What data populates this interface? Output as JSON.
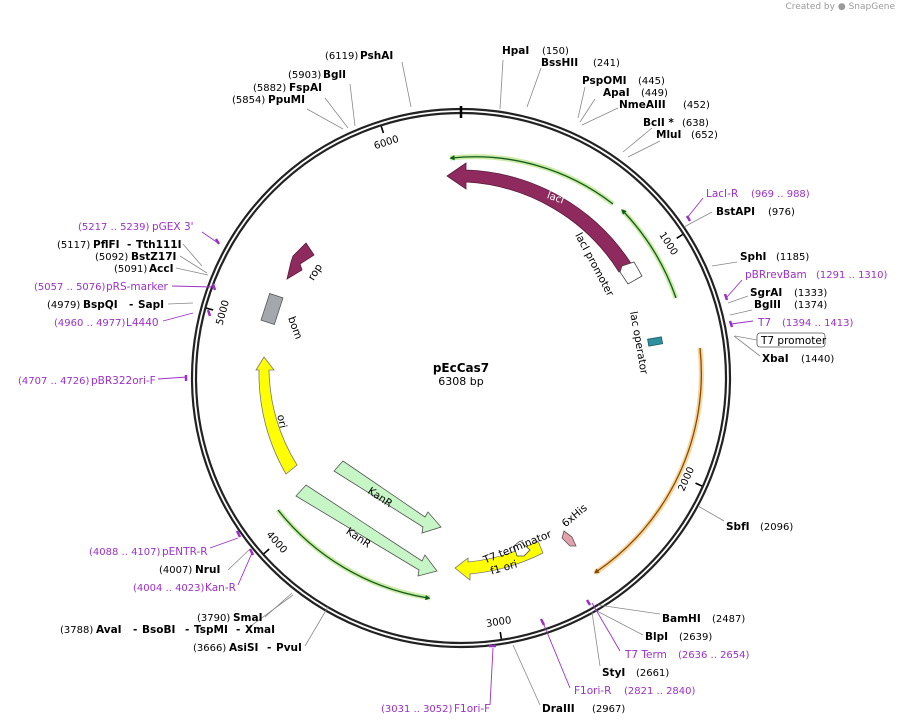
{
  "watermark": {
    "prefix": "Created by",
    "brand": "SnapGene"
  },
  "plasmid": {
    "name": "pEcCas7",
    "length_label": "6308 bp",
    "length": 6308
  },
  "ticks": [
    {
      "bp": 1000,
      "label": "1000"
    },
    {
      "bp": 2000,
      "label": "2000"
    },
    {
      "bp": 3000,
      "label": "3000"
    },
    {
      "bp": 4000,
      "label": "4000"
    },
    {
      "bp": 5000,
      "label": "5000"
    },
    {
      "bp": 6000,
      "label": "6000"
    }
  ],
  "colors": {
    "lacI": "#8e2a5e",
    "rop": "#8e2a5e",
    "bom": "#a4a8ad",
    "ori": "#ffff00",
    "f1ori": "#ffff00",
    "kanr": "#c6f5c6",
    "lac_operator": "#2e8f9e",
    "his_tag": "#e4a0ac",
    "primer": "#9b30c8",
    "green_arc": "#7bcc3d",
    "orange_arc": "#f0a040"
  },
  "enzymes": [
    {
      "name": "HpaI",
      "pos": "(150)",
      "side": "right"
    },
    {
      "name": "BssHII",
      "pos": "(241)",
      "side": "right"
    },
    {
      "name": "PspOMI",
      "pos": "(445)",
      "side": "right"
    },
    {
      "name": "ApaI",
      "pos": "(449)",
      "side": "right"
    },
    {
      "name": "NmeAIII",
      "pos": "(452)",
      "side": "right"
    },
    {
      "name": "BclI *",
      "pos": "(638)",
      "side": "right"
    },
    {
      "name": "MluI",
      "pos": "(652)",
      "side": "right"
    },
    {
      "name": "BstAPI",
      "pos": "(976)",
      "side": "right"
    },
    {
      "name": "SphI",
      "pos": "(1185)",
      "side": "right"
    },
    {
      "name": "SgrAI",
      "pos": "(1333)",
      "side": "right"
    },
    {
      "name": "BglII",
      "pos": "(1374)",
      "side": "right"
    },
    {
      "name": "XbaI",
      "pos": "(1440)",
      "side": "right"
    },
    {
      "name": "SbfI",
      "pos": "(2096)",
      "side": "right"
    },
    {
      "name": "BamHI",
      "pos": "(2487)",
      "side": "right"
    },
    {
      "name": "BlpI",
      "pos": "(2639)",
      "side": "right"
    },
    {
      "name": "StyI",
      "pos": "(2661)",
      "side": "right"
    },
    {
      "name": "DraIII",
      "pos": "(2967)",
      "side": "right"
    },
    {
      "name": "PshAI",
      "pos": "(6119)",
      "side": "left"
    },
    {
      "name": "BglI",
      "pos": "(5903)",
      "side": "left"
    },
    {
      "name": "FspAI",
      "pos": "(5882)",
      "side": "left"
    },
    {
      "name": "PpuMI",
      "pos": "(5854)",
      "side": "left"
    },
    {
      "name": "PflFI",
      "pos": "(5117)",
      "side": "left",
      "extra": "Tth111I"
    },
    {
      "name": "BstZ17I",
      "pos": "(5092)",
      "side": "left"
    },
    {
      "name": "AccI",
      "pos": "(5091)",
      "side": "left"
    },
    {
      "name": "BspQI",
      "pos": "(4979)",
      "side": "left",
      "extra": "SapI"
    },
    {
      "name": "NruI",
      "pos": "(4007)",
      "side": "left"
    },
    {
      "name": "SmaI",
      "pos": "(3790)",
      "side": "left"
    },
    {
      "name": "AvaI",
      "pos": "(3788)",
      "side": "left",
      "extra": "BsoBI",
      "extra2": "TspMI",
      "extra3": "XmaI"
    },
    {
      "name": "AsiSI",
      "pos": "(3666)",
      "side": "left",
      "extra": "PvuI"
    }
  ],
  "primers": [
    {
      "name": "LacI-R",
      "range": "(969 .. 988)"
    },
    {
      "name": "pBRrevBam",
      "range": "(1291 .. 1310)"
    },
    {
      "name": "T7",
      "range": "(1394 .. 1413)"
    },
    {
      "name": "T7 Term",
      "range": "(2636 .. 2654)"
    },
    {
      "name": "F1ori-R",
      "range": "(2821 .. 2840)"
    },
    {
      "name": "F1ori-F",
      "range": "(3031 .. 3052)"
    },
    {
      "name": "pGEX 3'",
      "range": "(5217 .. 5239)"
    },
    {
      "name": "pRS-marker",
      "range": "(5057 .. 5076)"
    },
    {
      "name": "L4440",
      "range": "(4960 .. 4977)"
    },
    {
      "name": "pBR322ori-F",
      "range": "(4707 .. 4726)"
    },
    {
      "name": "pENTR-R",
      "range": "(4088 .. 4107)"
    },
    {
      "name": "Kan-R",
      "range": "(4004 .. 4023)"
    }
  ],
  "features": {
    "lacI": "lacI",
    "lacI_promoter": "lacI promoter",
    "lac_operator": "lac operator",
    "t7_promoter": "T7 promoter",
    "rop": "rop",
    "bom": "bom",
    "ori": "ori",
    "kanr_1": "KanR",
    "kanr_2": "KanR",
    "t7_terminator": "T7 terminator",
    "his": "6xHis",
    "f1_ori": "f1 ori"
  }
}
